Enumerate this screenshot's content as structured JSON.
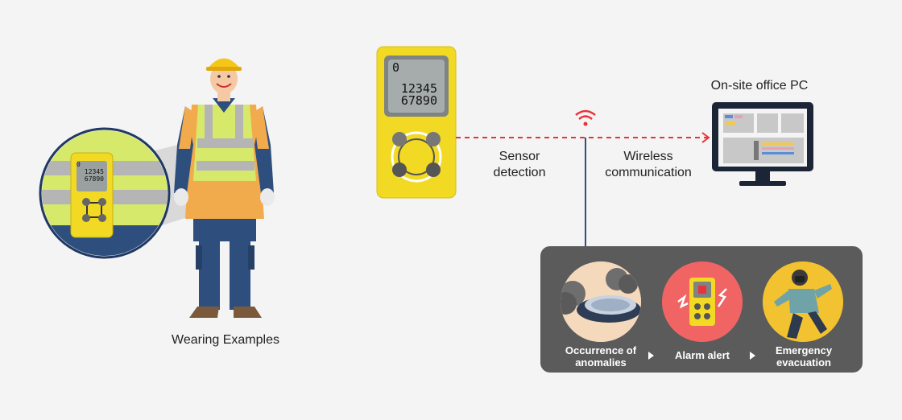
{
  "labels": {
    "wearing": "Wearing Examples",
    "sensor": "Sensor\ndetection",
    "wireless": "Wireless\ncommunication",
    "office_pc": "On-site office PC"
  },
  "device_display": {
    "line1": "0",
    "line2": "12345",
    "line3": "67890"
  },
  "steps": [
    {
      "label": "Occurrence of\nanomalies"
    },
    {
      "label": "Alarm alert"
    },
    {
      "label": "Emergency\nevacuation"
    }
  ],
  "colors": {
    "device_yellow": "#f2d923",
    "alert_red": "#e8323c",
    "panel_gray": "#5b5b5b",
    "vest_lime": "#d7e96a",
    "workwear_blue": "#2e4f7e"
  },
  "icons": [
    "worker-figure-icon",
    "gas-detector-icon",
    "wifi-signal-icon",
    "desktop-monitor-icon",
    "manhole-smoke-icon",
    "alarm-device-icon",
    "evacuating-person-icon"
  ]
}
